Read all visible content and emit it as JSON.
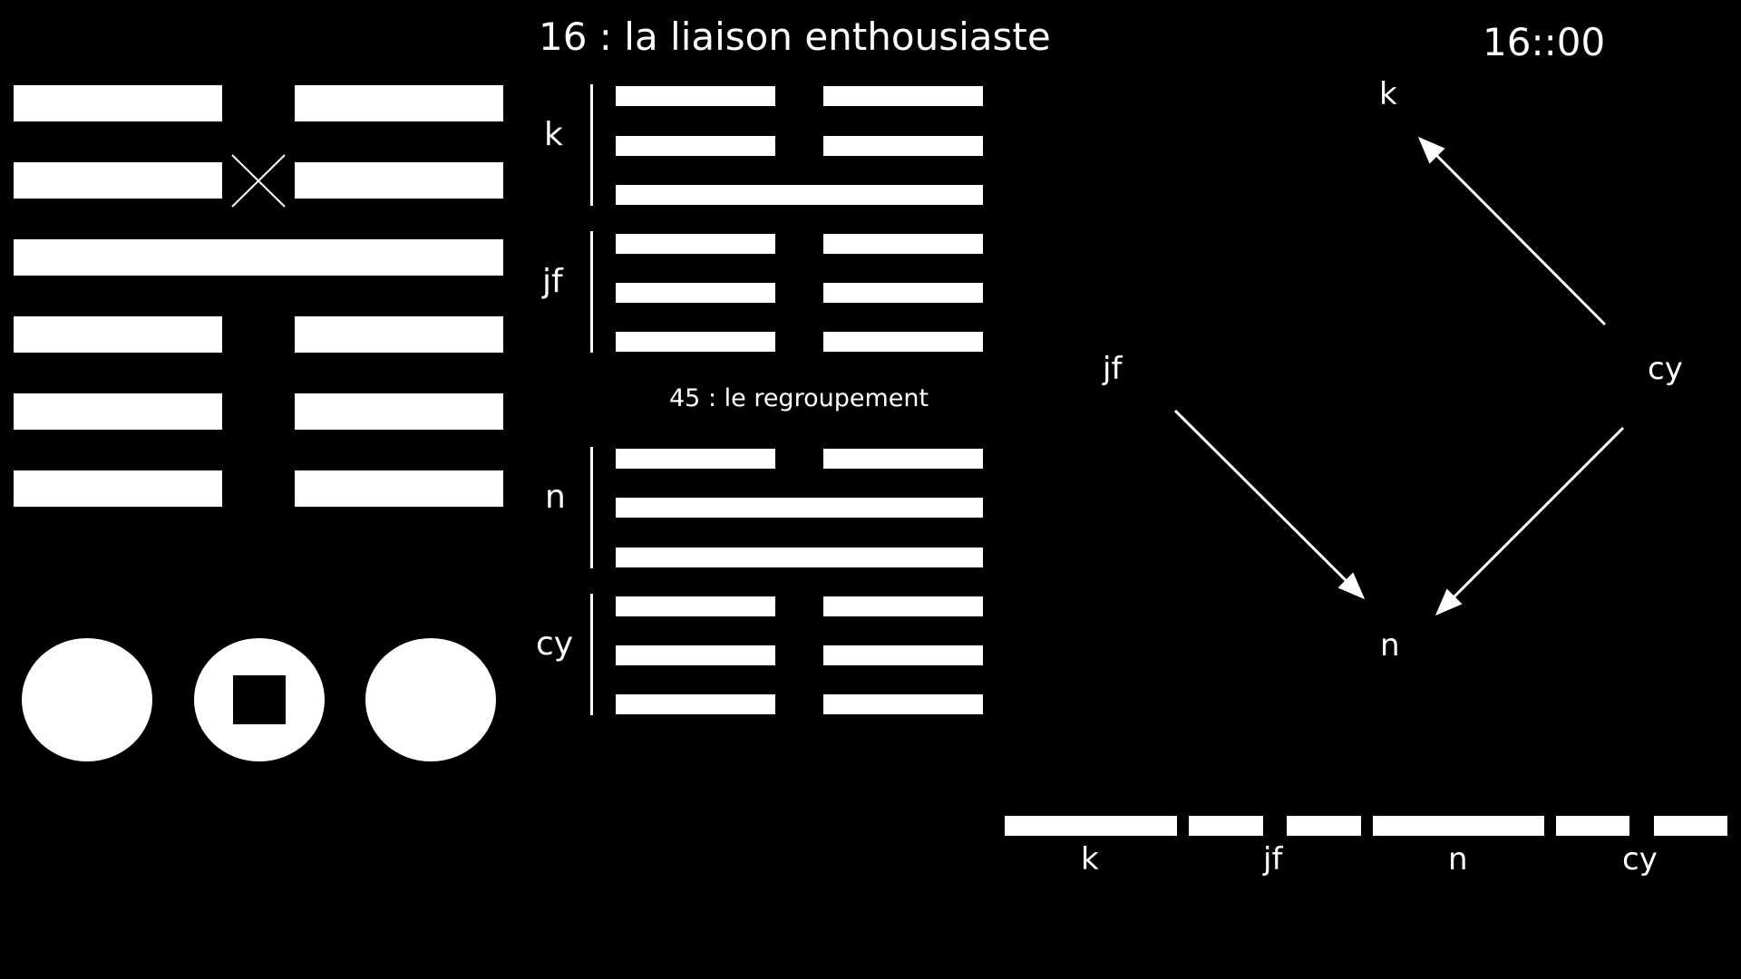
{
  "title": "16 : la liaison enthousiaste",
  "clock": "16::00",
  "subtitle": "45 : le regroupement",
  "main_hexagram": {
    "lines": [
      "broken",
      "broken-moving",
      "solid",
      "broken",
      "broken",
      "broken"
    ]
  },
  "trigram_blocks": [
    {
      "label": "k",
      "lines": [
        "broken",
        "broken",
        "solid"
      ]
    },
    {
      "label": "jf",
      "lines": [
        "broken",
        "broken",
        "broken"
      ]
    },
    {
      "label": "n",
      "lines": [
        "broken",
        "solid",
        "solid"
      ]
    },
    {
      "label": "cy",
      "lines": [
        "broken",
        "broken",
        "broken"
      ]
    }
  ],
  "coins": [
    {
      "type": "plain"
    },
    {
      "type": "square-hole"
    },
    {
      "type": "plain"
    }
  ],
  "relation_diagram": {
    "nodes": {
      "top": "k",
      "left": "jf",
      "right": "cy",
      "bottom": "n"
    }
  },
  "bottom_bars": {
    "labels": [
      "k",
      "jf",
      "n",
      "cy"
    ]
  },
  "colors": {
    "background": "#000000",
    "foreground": "#ffffff"
  }
}
